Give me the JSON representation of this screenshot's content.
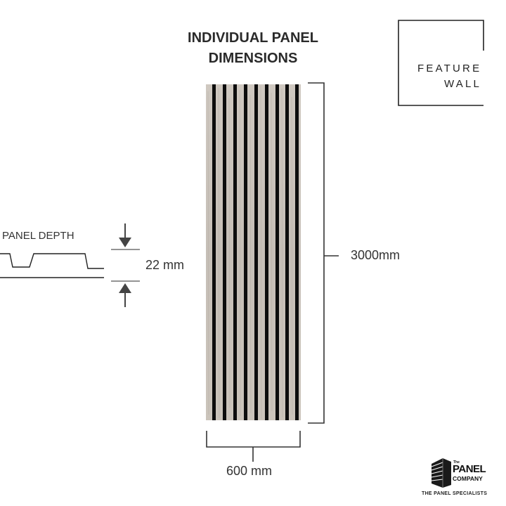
{
  "title": {
    "line1": "INDIVIDUAL PANEL",
    "line2": "DIMENSIONS"
  },
  "badge": {
    "line1": "FEATURE",
    "line2": "WALL"
  },
  "panel_depth": {
    "label": "PANEL DEPTH",
    "value": "22 mm"
  },
  "height_dimension": {
    "value": "3000mm"
  },
  "width_dimension": {
    "value": "600 mm"
  },
  "logo": {
    "the": "The",
    "panel": "PANEL",
    "company": "COMPANY",
    "tagline": "THE PANEL SPECIALISTS"
  },
  "colors": {
    "wood": "#c9c2ba",
    "slat": "#0d0d0d",
    "line": "#333333",
    "arrow": "#444444"
  },
  "panel": {
    "slat_count": 9
  }
}
